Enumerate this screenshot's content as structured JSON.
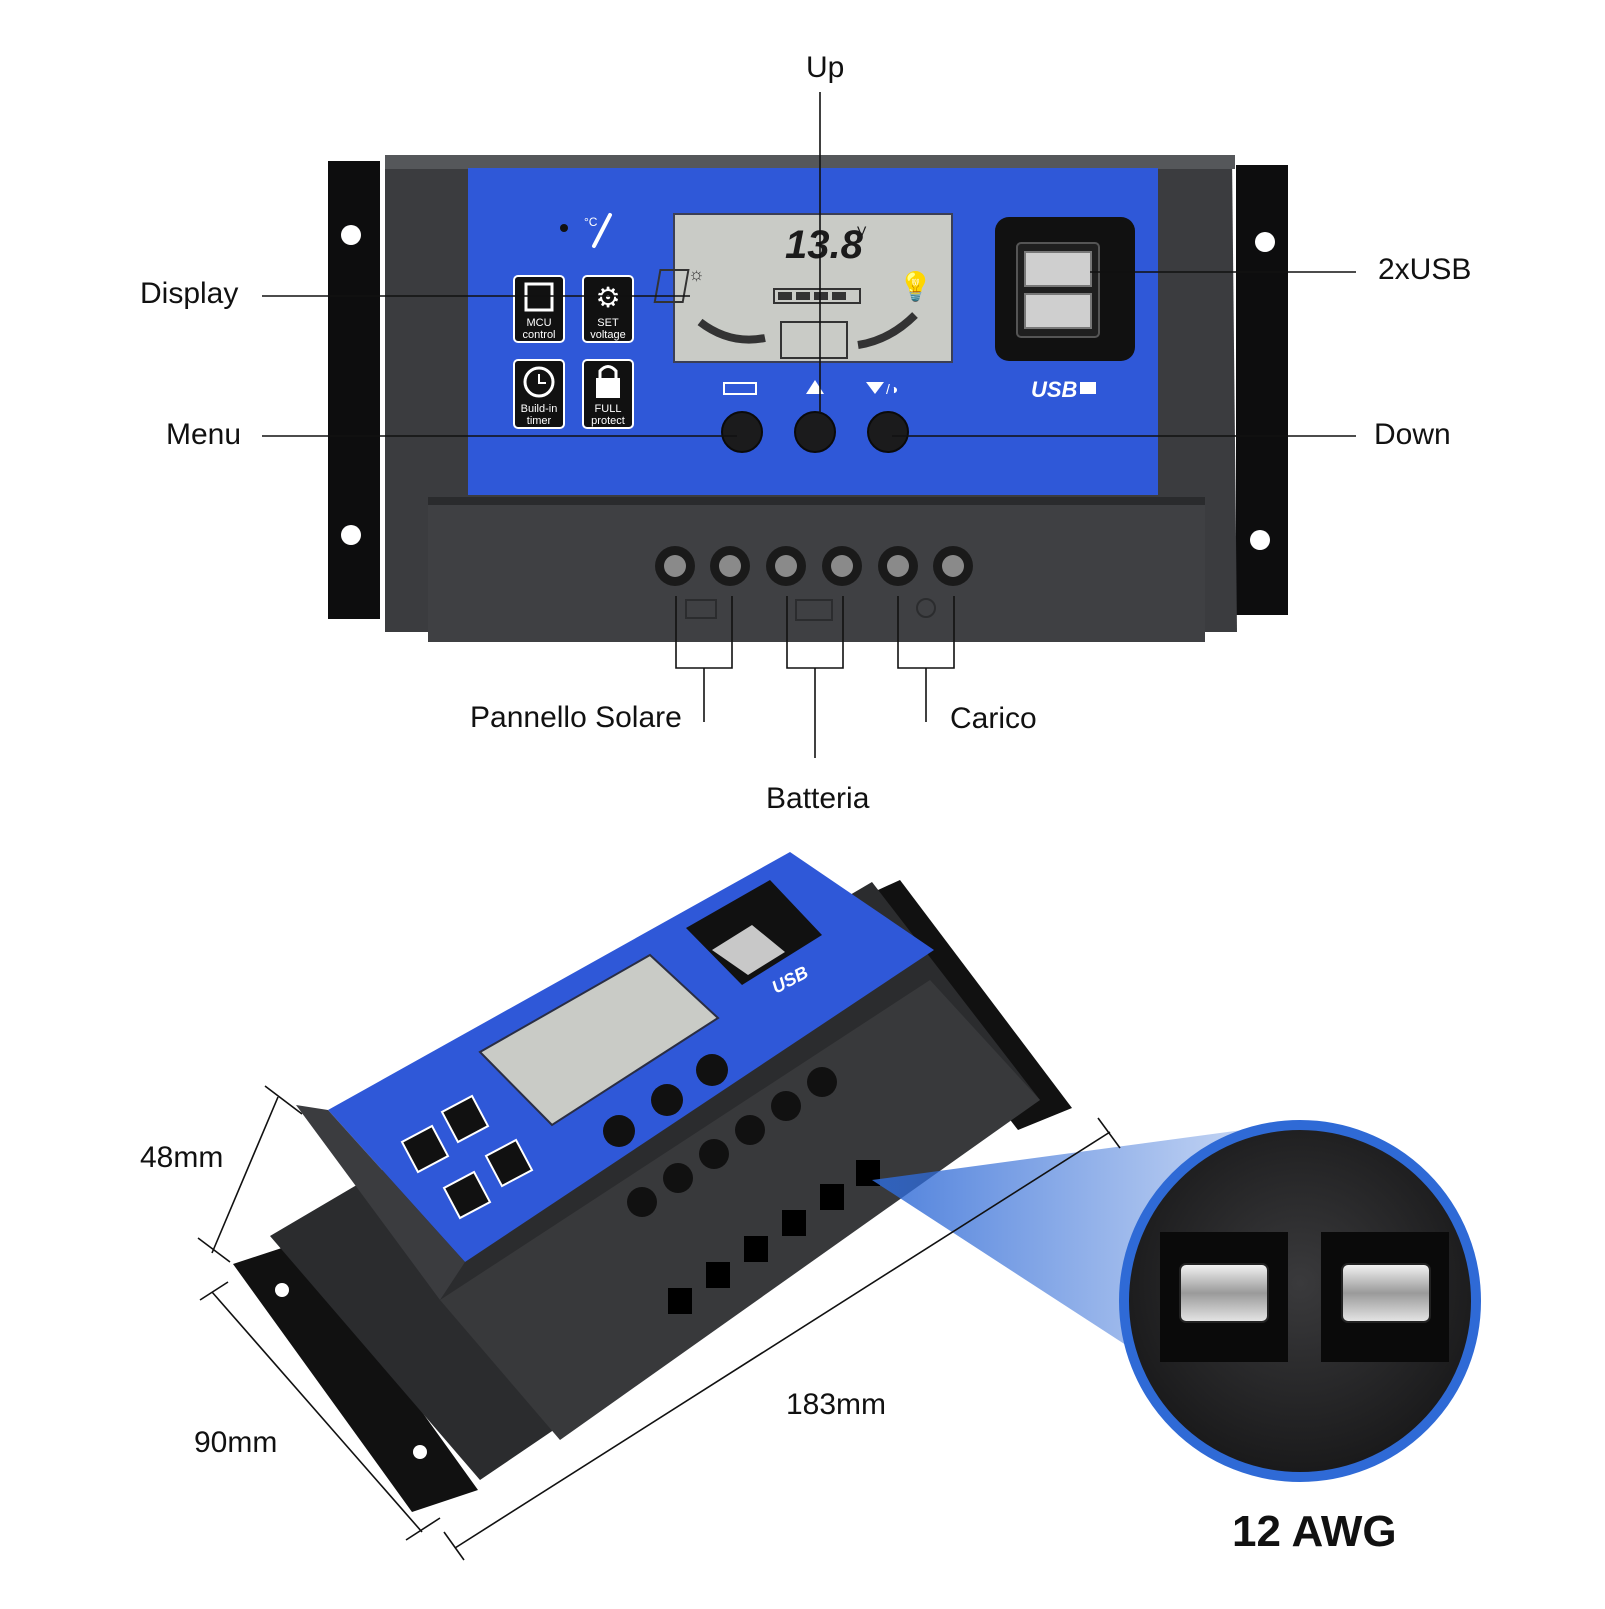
{
  "callouts": {
    "up": "Up",
    "display": "Display",
    "usb": "2xUSB",
    "menu": "Menu",
    "down": "Down",
    "solar_panel": "Pannello Solare",
    "load": "Carico",
    "battery": "Batteria"
  },
  "dimensions": {
    "height": "48mm",
    "width": "90mm",
    "length": "183mm",
    "wire_gauge": "12 AWG"
  },
  "device": {
    "lcd_voltage": "13.8",
    "lcd_unit": "V",
    "temp_unit": "°C",
    "usb_logo": "USB",
    "feature_mcu": [
      "MCU",
      "control"
    ],
    "feature_set": [
      "SET",
      "voltage"
    ],
    "feature_timer": [
      "Build-in",
      "timer"
    ],
    "feature_protect": [
      "FULL",
      "protect"
    ]
  },
  "colors": {
    "panel_blue": "#2f58d8",
    "housing": "#3a3b3e",
    "lcd": "#c9cbc6"
  }
}
